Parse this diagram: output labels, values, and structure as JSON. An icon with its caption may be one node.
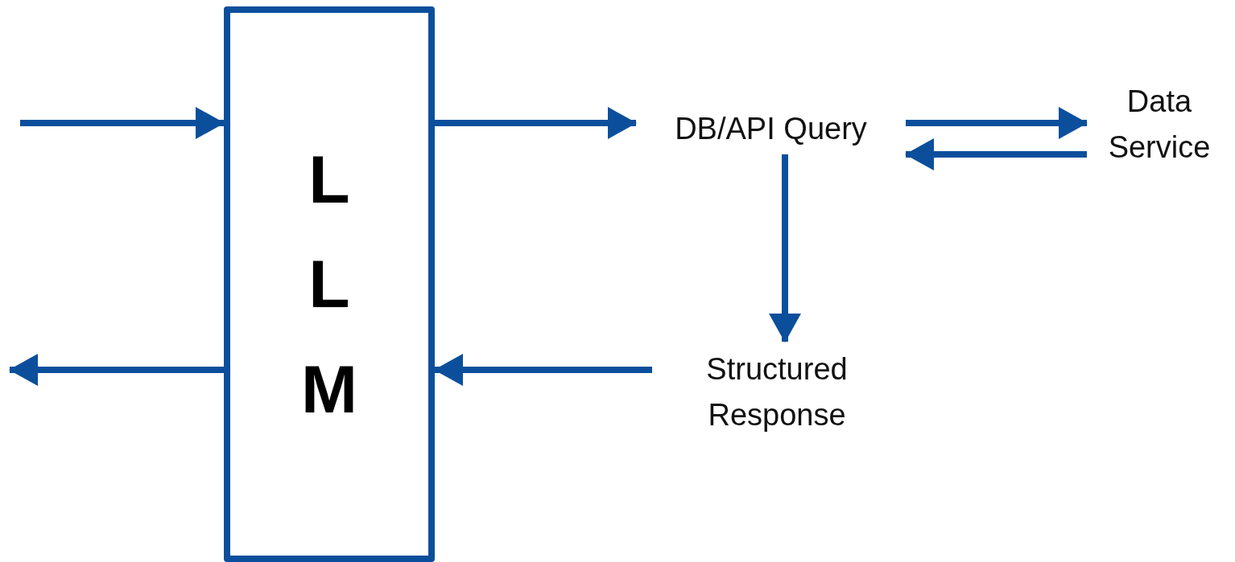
{
  "diagram": {
    "nodes": [
      {
        "text": [
          "LLM"
        ]
      },
      {
        "text": [
          "DB/API Query"
        ]
      },
      {
        "text": [
          "Data Service"
        ]
      },
      {
        "text": [
          "Structured Response"
        ]
      }
    ],
    "edges": [
      {
        "from": null,
        "to": 0,
        "arrow": "to"
      },
      {
        "from": 0,
        "to": null,
        "arrow": "to"
      },
      {
        "from": 0,
        "to": 1,
        "arrow": "to"
      },
      {
        "from": 1,
        "to": 2,
        "arrow": "to"
      },
      {
        "from": 2,
        "to": 1,
        "arrow": "to"
      },
      {
        "from": 1,
        "to": 3,
        "arrow": "to"
      },
      {
        "from": 3,
        "to": 0,
        "arrow": "to"
      }
    ]
  }
}
